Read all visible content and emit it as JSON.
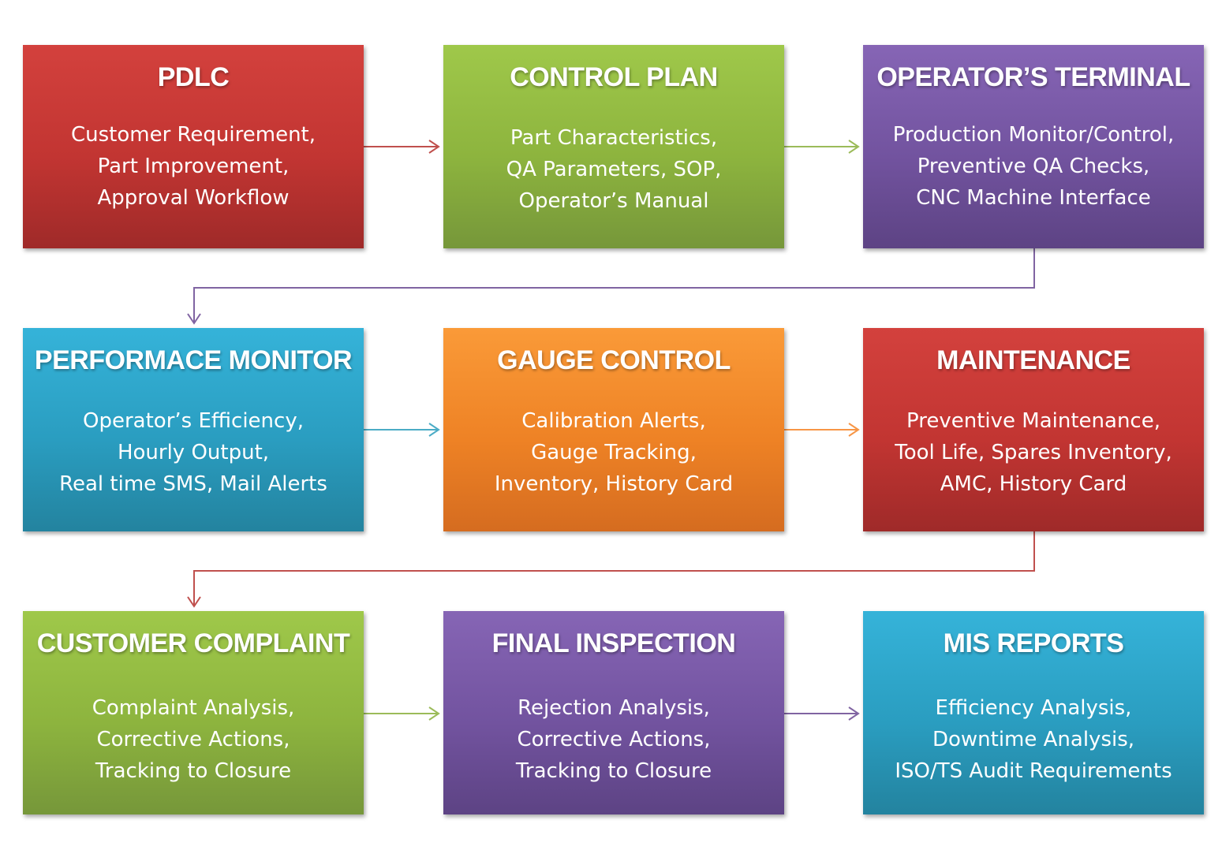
{
  "boxes": [
    {
      "id": "pdlc",
      "title": "PDLC",
      "lines": [
        "Customer Requirement,",
        "Part Improvement,",
        "Approval Workflow"
      ],
      "color": "#c23532"
    },
    {
      "id": "control-plan",
      "title": "CONTROL PLAN",
      "lines": [
        "Part Characteristics,",
        "QA Parameters, SOP,",
        "Operator’s Manual"
      ],
      "color": "#8db43e"
    },
    {
      "id": "operators-terminal",
      "title": "OPERATOR’S TERMINAL",
      "lines": [
        "Production Monitor/Control,",
        "Preventive QA Checks,",
        "CNC Machine Interface"
      ],
      "color": "#72539f"
    },
    {
      "id": "performace-monitor",
      "title": "PERFORMACE MONITOR",
      "lines": [
        "Operator’s Efficiency,",
        "Hourly Output,",
        "Real time SMS, Mail Alerts"
      ],
      "color": "#2a9dc0"
    },
    {
      "id": "gauge-control",
      "title": "GAUGE CONTROL",
      "lines": [
        "Calibration Alerts,",
        "Gauge Tracking,",
        "Inventory, History Card"
      ],
      "color": "#ee8225"
    },
    {
      "id": "maintenance",
      "title": "MAINTENANCE",
      "lines": [
        "Preventive Maintenance,",
        "Tool Life, Spares Inventory,",
        "AMC, History Card"
      ],
      "color": "#c23532"
    },
    {
      "id": "customer-complaint",
      "title": "CUSTOMER COMPLAINT",
      "lines": [
        "Complaint Analysis,",
        "Corrective Actions,",
        "Tracking to Closure"
      ],
      "color": "#8db43e"
    },
    {
      "id": "final-inspection",
      "title": "FINAL INSPECTION",
      "lines": [
        "Rejection Analysis,",
        "Corrective Actions,",
        "Tracking to Closure"
      ],
      "color": "#72539f"
    },
    {
      "id": "mis-reports",
      "title": "MIS REPORTS",
      "lines": [
        "Efficiency Analysis,",
        "Downtime Analysis,",
        "ISO/TS Audit Requirements"
      ],
      "color": "#2a9dc0"
    }
  ],
  "edges": [
    {
      "from": "pdlc",
      "to": "control-plan",
      "color": "#c0504d"
    },
    {
      "from": "control-plan",
      "to": "operators-terminal",
      "color": "#9bbb59"
    },
    {
      "from": "operators-terminal",
      "to": "performace-monitor",
      "color": "#8064a2"
    },
    {
      "from": "performace-monitor",
      "to": "gauge-control",
      "color": "#4bacc6"
    },
    {
      "from": "gauge-control",
      "to": "maintenance",
      "color": "#f79646"
    },
    {
      "from": "maintenance",
      "to": "customer-complaint",
      "color": "#c0504d"
    },
    {
      "from": "customer-complaint",
      "to": "final-inspection",
      "color": "#9bbb59"
    },
    {
      "from": "final-inspection",
      "to": "mis-reports",
      "color": "#8064a2"
    }
  ]
}
